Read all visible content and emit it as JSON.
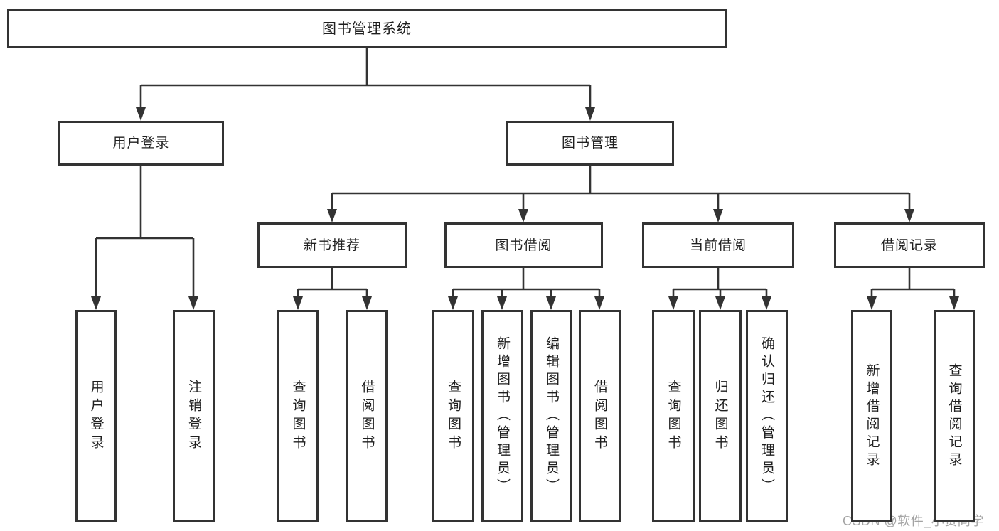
{
  "diagram": {
    "root": {
      "label": "图书管理系统"
    },
    "level2": [
      {
        "label": "用户登录"
      },
      {
        "label": "图书管理"
      }
    ],
    "level3": [
      {
        "label": "新书推荐",
        "parent": "图书管理"
      },
      {
        "label": "图书借阅",
        "parent": "图书管理"
      },
      {
        "label": "当前借阅",
        "parent": "图书管理"
      },
      {
        "label": "借阅记录",
        "parent": "图书管理"
      }
    ],
    "leaves": [
      {
        "label": "用户登录",
        "parent": "用户登录"
      },
      {
        "label": "注销登录",
        "parent": "用户登录"
      },
      {
        "label": "查询图书",
        "parent": "新书推荐"
      },
      {
        "label": "借阅图书",
        "parent": "新书推荐"
      },
      {
        "label": "查询图书",
        "parent": "图书借阅"
      },
      {
        "label": "新增图书（管理员）",
        "parent": "图书借阅"
      },
      {
        "label": "编辑图书（管理员）",
        "parent": "图书借阅"
      },
      {
        "label": "借阅图书",
        "parent": "图书借阅"
      },
      {
        "label": "查询图书",
        "parent": "当前借阅"
      },
      {
        "label": "归还图书",
        "parent": "当前借阅"
      },
      {
        "label": "确认归还（管理员）",
        "parent": "当前借阅"
      },
      {
        "label": "新增借阅记录",
        "parent": "借阅记录"
      },
      {
        "label": "查询借阅记录",
        "parent": "借阅记录"
      }
    ]
  },
  "watermark": {
    "text": "CSDN @软件_小贺同学"
  },
  "colors": {
    "line": "#333333",
    "box_border": "#333333",
    "text": "#1f1f1f",
    "watermark": "#a3a3a3",
    "background": "#ffffff"
  }
}
